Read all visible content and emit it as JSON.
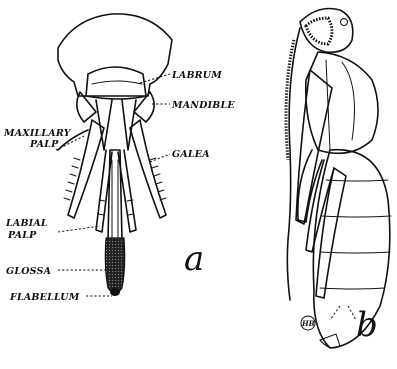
{
  "figure_a": {
    "panel_letter": "a",
    "labels": {
      "labrum": "LABRUM",
      "mandible": "MANDIBLE",
      "maxillary_palp_line1": "MAXILLARY",
      "maxillary_palp_line2": "PALP",
      "galea": "GALEA",
      "labial_palp_line1": "LABIAL",
      "labial_palp_line2": "PALP",
      "glossa": "GLOSSA",
      "flabellum": "FLABELLUM"
    }
  },
  "figure_b": {
    "panel_letter": "b",
    "monogram": "HB"
  }
}
